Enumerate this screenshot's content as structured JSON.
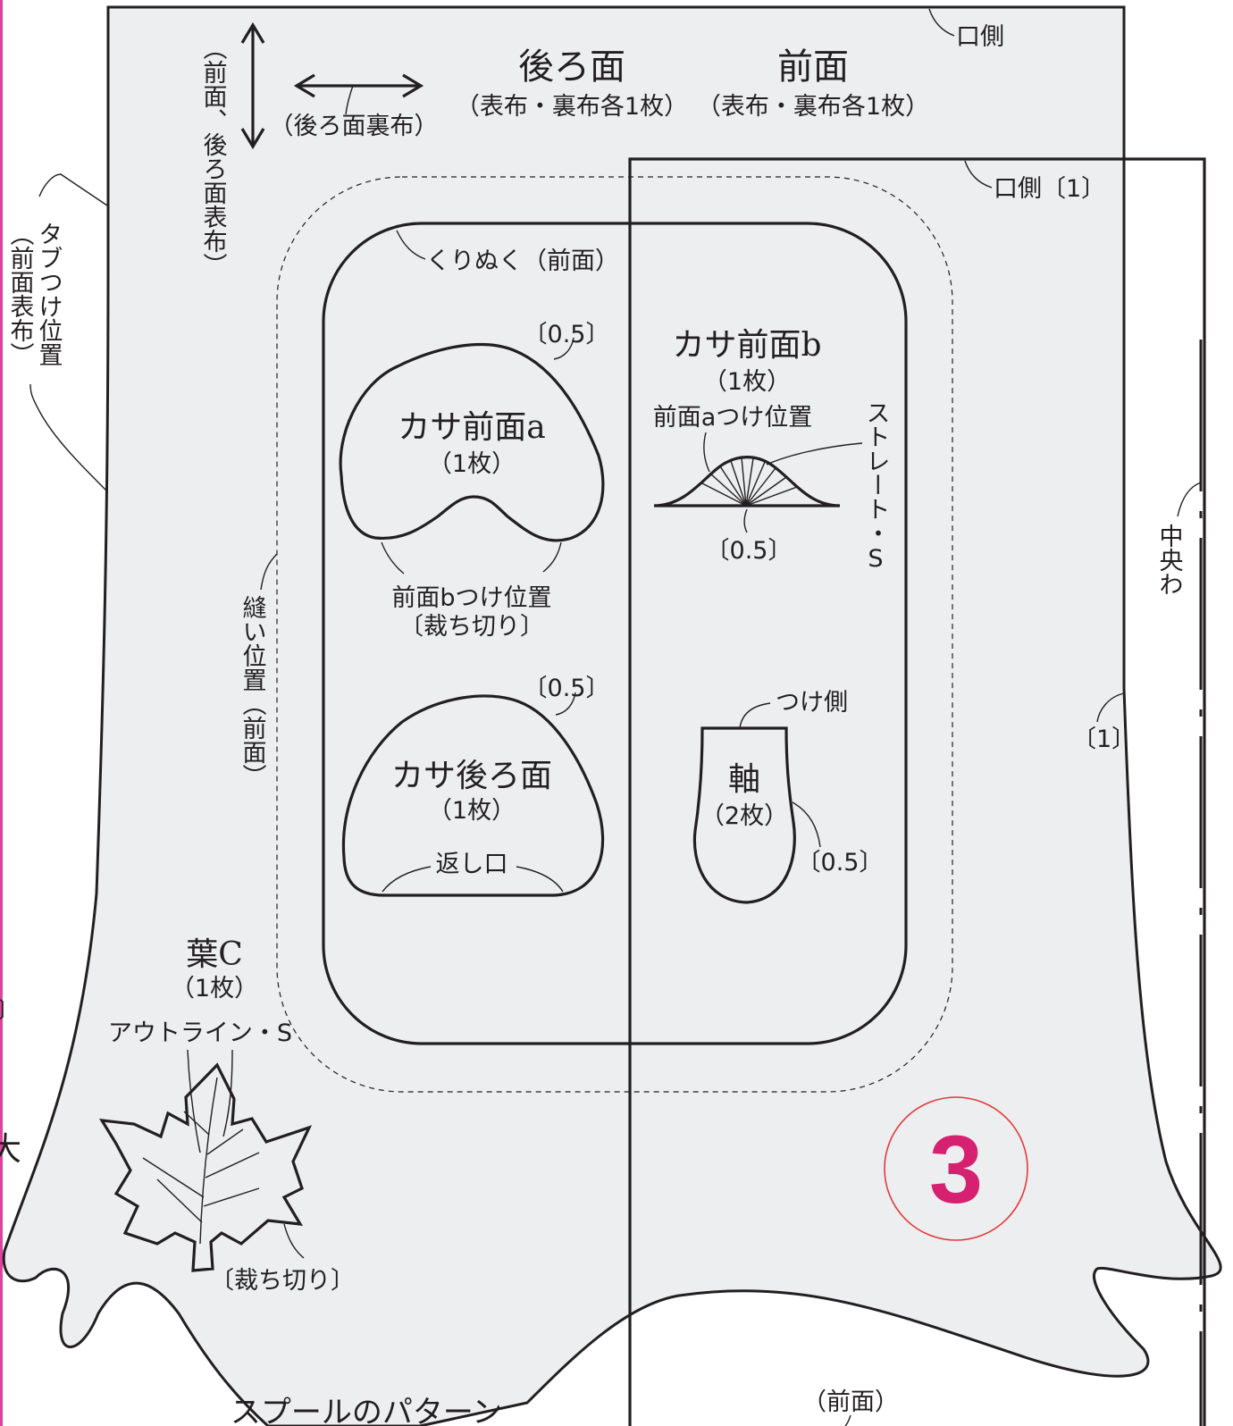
{
  "colors": {
    "line": "#231f20",
    "paper": "#eceef0",
    "badge": "#d62070",
    "badge_ring": "#e23b3b",
    "edge": "#e040a0"
  },
  "header": {
    "back": "後ろ面",
    "back_sub": "（表布・裏布各1枚）",
    "front": "前面",
    "front_sub": "（表布・裏布各1枚）"
  },
  "grain": {
    "vertical_label": "（前面、後ろ面表布）",
    "horizontal_label": "（後ろ面裏布）"
  },
  "edge_labels": {
    "opening": "口側",
    "opening_front": "口側〔1〕",
    "center_fold": "中央わ",
    "seam_1": "〔1〕",
    "tab_position": "タブつけ位置",
    "tab_position_sub": "（前面表布）",
    "sewing_position": "縫い位置（前面）",
    "front_bottom": "（前面）"
  },
  "cutout": {
    "label": "くりぬく（前面）"
  },
  "pieces": {
    "cap_front_a": {
      "name": "カサ前面a",
      "count": "（1枚）",
      "allowance": "〔0.5〕",
      "attach_b": "前面bつけ位置",
      "attach_b_sub": "〔裁ち切り〕"
    },
    "cap_front_b": {
      "name": "カサ前面b",
      "count": "（1枚）",
      "attach_a": "前面aつけ位置",
      "stitch": "ストレート・S",
      "allowance": "〔0.5〕"
    },
    "cap_back": {
      "name": "カサ後ろ面",
      "count": "（1枚）",
      "allowance": "〔0.5〕",
      "opening": "返し口"
    },
    "stem": {
      "name": "軸",
      "count": "（2枚）",
      "attach_side": "つけ側",
      "allowance": "〔0.5〕"
    },
    "leaf_c": {
      "name": "葉C",
      "count": "（1枚）",
      "stitch": "アウトライン・S",
      "cut": "〔裁ち切り〕"
    }
  },
  "badge": {
    "number": "3"
  },
  "footer": {
    "caption": "スプールのパターン"
  },
  "fragments": {
    "bracket": "〕",
    "large_char": "大"
  }
}
